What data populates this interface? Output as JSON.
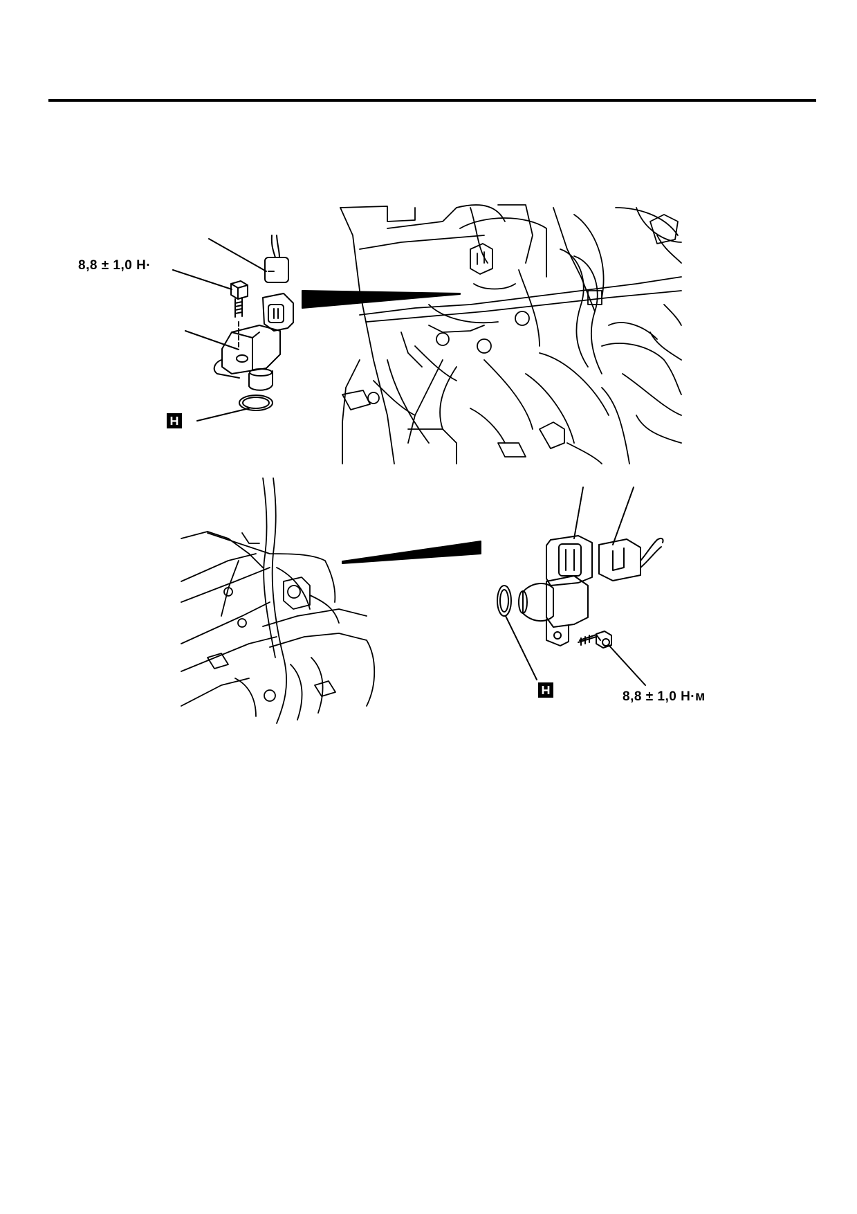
{
  "figure1": {
    "torque_label": "8,8 ± 1,0 Н·",
    "badge": "H"
  },
  "figure2": {
    "torque_label": "8,8 ± 1,0 Н·м",
    "badge": "H"
  }
}
